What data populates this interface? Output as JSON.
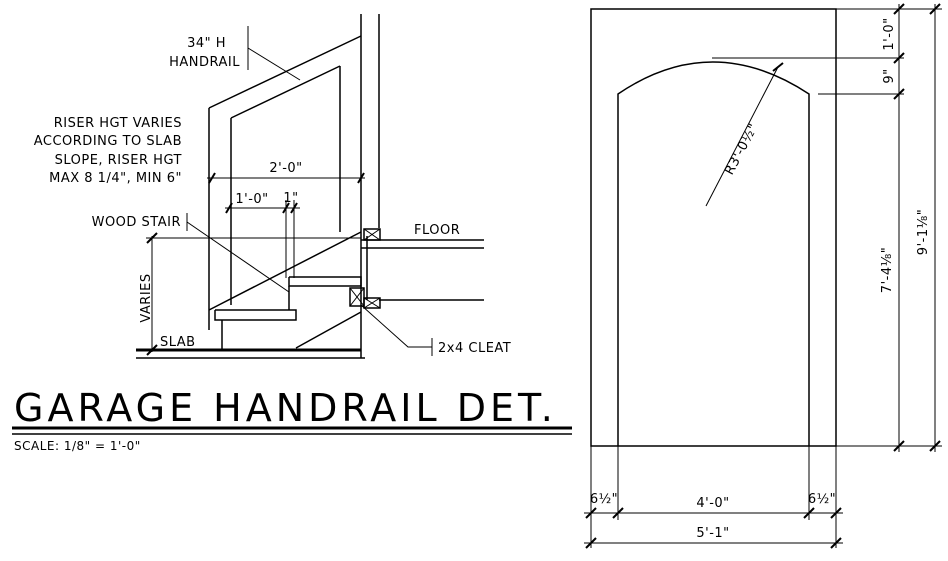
{
  "title": "GARAGE HANDRAIL DET.",
  "scale": "SCALE: 1/8\" = 1'-0\"",
  "labels": {
    "handrail_line1": "34\" H",
    "handrail_line2": "HANDRAIL",
    "riser_line1": "RISER HGT VARIES",
    "riser_line2": "ACCORDING TO SLAB",
    "riser_line3": "SLOPE, RISER HGT",
    "riser_line4": "MAX 8 1/4\", MIN 6\"",
    "wood_stair": "WOOD STAIR",
    "floor": "FLOOR",
    "varies": "VARIES",
    "slab": "SLAB",
    "cleat": "2x4 CLEAT"
  },
  "stair_dims": {
    "two_ft": "2'-0\"",
    "one_ft": "1'-0\"",
    "one_in": "1\""
  },
  "arch_dims": {
    "top_margin": "1'-0\"",
    "arch_rise": "9\"",
    "radius": "R3'-0½\"",
    "opening_height": "7'-4⅛\"",
    "overall_height": "9'-1⅛\"",
    "left_jamb": "6½\"",
    "opening_width": "4'-0\"",
    "right_jamb": "6½\"",
    "overall_width": "5'-1\""
  }
}
